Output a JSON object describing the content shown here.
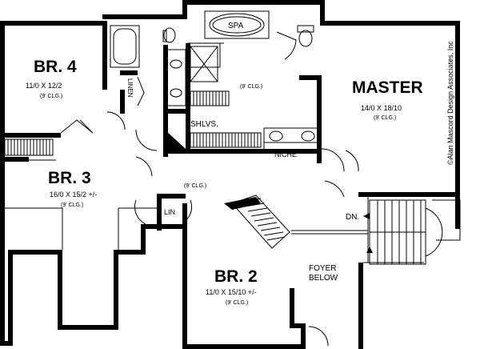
{
  "rooms": {
    "br4": {
      "name": "BR. 4",
      "size": "11/0 X 12/2",
      "ceiling": "(9' CLG.)"
    },
    "br3": {
      "name": "BR. 3",
      "size": "16/0 X 15/2 +/-",
      "ceiling": "(9' CLG.)"
    },
    "br2": {
      "name": "BR. 2",
      "size": "11/0 X 15/10 +/-",
      "ceiling": "(9' CLG.)"
    },
    "master": {
      "name": "MASTER",
      "size": "14/0 X 18/10",
      "ceiling": "(9' CLG.)"
    },
    "bath": {
      "ceiling": "(9' CLG.)"
    },
    "hall": {
      "ceiling": "(9' CLG.)"
    }
  },
  "labels": {
    "spa": "SPA",
    "linen": "LINEN",
    "shelves": "SHLVS.",
    "niche": "NICHE",
    "lin": "LIN",
    "down": "DN.",
    "foyer_line1": "FOYER",
    "foyer_line2": "BELOW"
  },
  "copyright": "©Alan Mascord Design Associates, Inc"
}
